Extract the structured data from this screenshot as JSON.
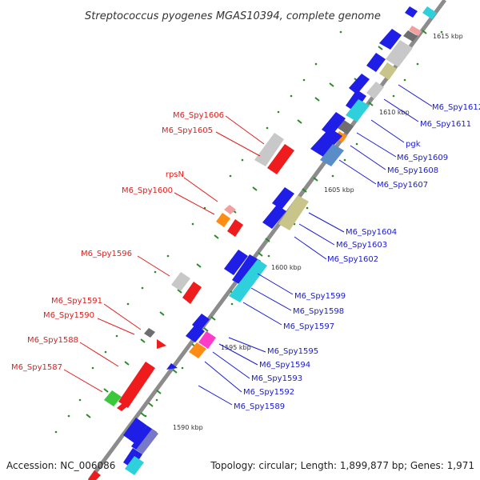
{
  "title": "Streptococcus pyogenes MGAS10394, complete genome",
  "footer": {
    "accession": "Accession: NC_006086",
    "summary": "Topology: circular; Length: 1,899,877 bp; Genes: 1,971"
  },
  "ticks": [
    "1615 kbp",
    "1610 kbp",
    "1605 kbp",
    "1600 kbp",
    "1595 kbp",
    "1590 kbp"
  ],
  "labels_reverse": [
    "M6_Spy1606",
    "M6_Spy1605",
    "rpsN",
    "M6_Spy1600",
    "M6_Spy1596",
    "M6_Spy1591",
    "M6_Spy1590",
    "M6_Spy1588",
    "M6_Spy1587"
  ],
  "labels_forward": [
    "M6_Spy1612",
    "M6_Spy1611",
    "pgk",
    "M6_Spy1609",
    "M6_Spy1608",
    "M6_Spy1607",
    "M6_Spy1604",
    "M6_Spy1603",
    "M6_Spy1602",
    "M6_Spy1599",
    "M6_Spy1598",
    "M6_Spy1597",
    "M6_Spy1595",
    "M6_Spy1594",
    "M6_Spy1593",
    "M6_Spy1592",
    "M6_Spy1589"
  ],
  "colors": {
    "backbone": "#8c8c8c",
    "forward_label": "#1a1ad6",
    "reverse_label": "#e0201e",
    "gene_blue": "#1e1ee6",
    "gene_red": "#ee1c1c",
    "gene_cyan": "#2ed0dc",
    "gene_khaki": "#c8c48a",
    "gene_grey": "#c8c8c8",
    "gene_orange": "#ff8c14",
    "gene_pink": "#ff3cc8",
    "gene_green": "#3cc83c",
    "gene_steel": "#5a8cc8",
    "gene_dark": "#6e6e6e"
  }
}
